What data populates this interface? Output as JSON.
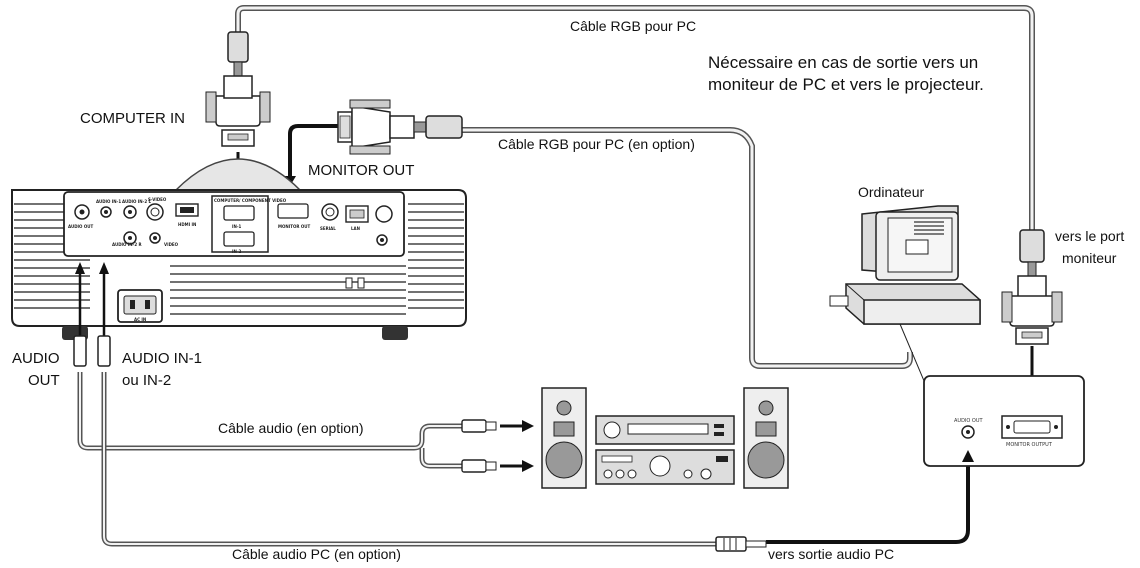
{
  "labels": {
    "rgb_cable_top": "Câble RGB pour PC",
    "note_line1": "Nécessaire en cas de sortie vers un",
    "note_line2": "moniteur de PC et vers le projecteur.",
    "computer_in": "COMPUTER IN",
    "rgb_cable_optional": "Câble RGB pour PC (en option)",
    "monitor_out": "MONITOR OUT",
    "ordinateur": "Ordinateur",
    "vers_port_line1": "vers le port",
    "vers_port_line2": "moniteur",
    "audio_out_line1": "AUDIO",
    "audio_out_line2": "OUT",
    "audio_in_line1": "AUDIO IN-1",
    "audio_in_line2": "ou IN-2",
    "audio_cable_optional": "Câble audio (en option)",
    "pc_audio_cable_optional": "Câble audio PC (en option)",
    "vers_sortie_audio": "vers sortie audio PC"
  },
  "panel_labels": {
    "audio_in_1": "AUDIO IN-1",
    "audio_in_2_l": "AUDIO IN-2 L",
    "s_video": "S-VIDEO",
    "hdmi_in": "HDMI IN",
    "computer_component": "COMPUTER/ COMPONENT VIDEO",
    "in_1": "IN-1",
    "in_2": "IN-2",
    "monitor_out": "MONITOR OUT",
    "serial": "SERIAL",
    "lan": "LAN",
    "audio_in_2_r": "AUDIO IN-2 R",
    "video": "VIDEO",
    "audio_out": "AUDIO OUT",
    "ac_in": "AC IN"
  },
  "pc_panel_labels": {
    "audio_out": "AUDIO OUT",
    "monitor_output": "MONITOR OUTPUT"
  }
}
